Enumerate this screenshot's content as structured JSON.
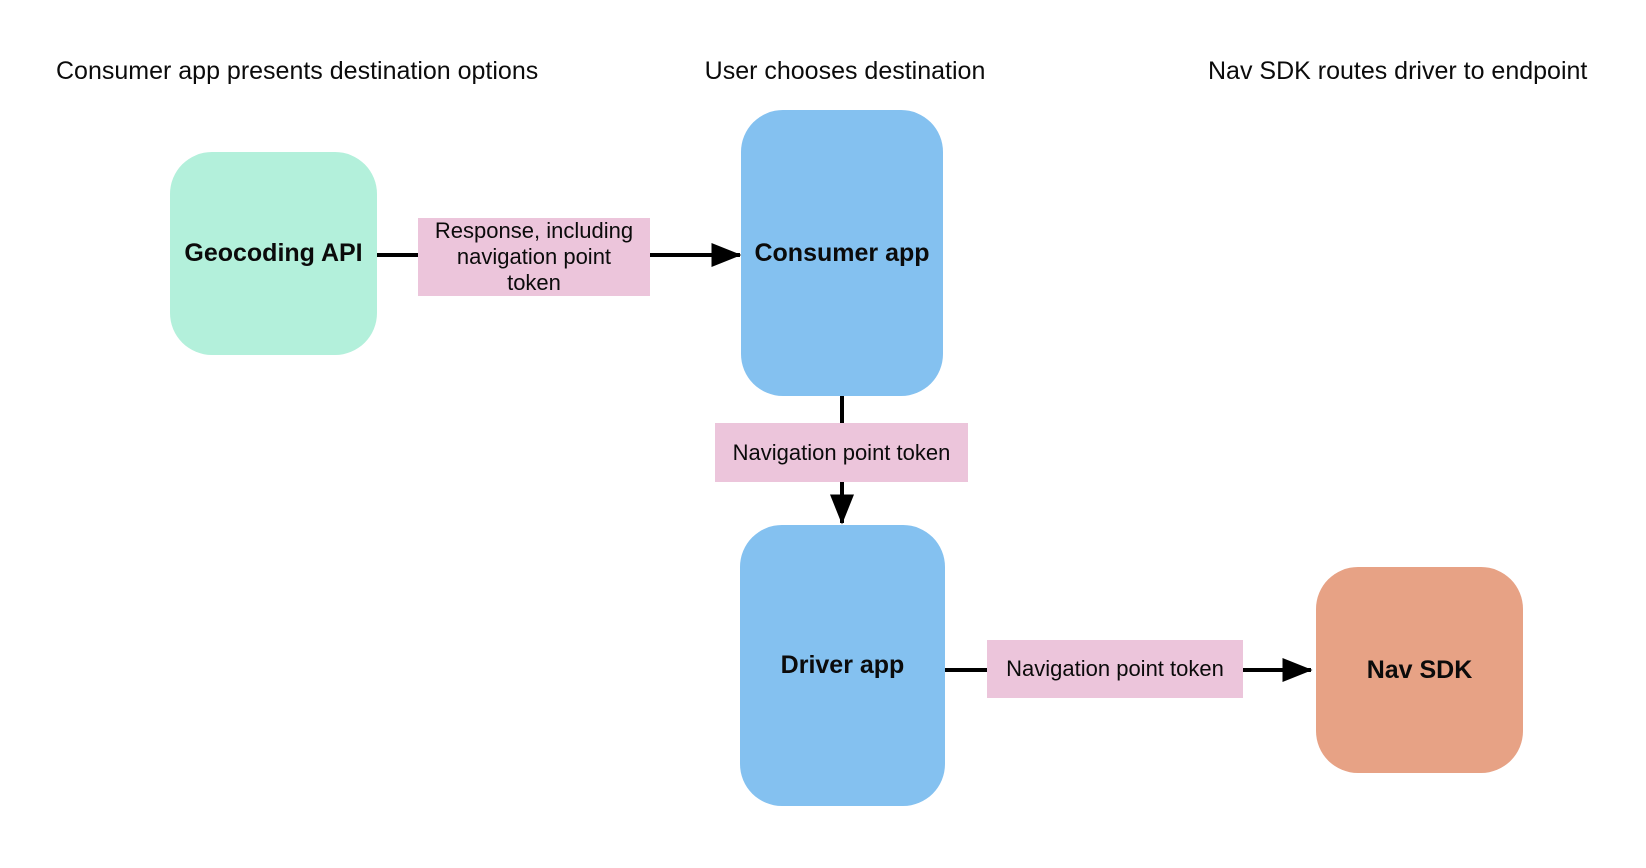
{
  "diagram": {
    "background_color": "#ffffff",
    "columns": [
      {
        "label": "Consumer app presents destination options"
      },
      {
        "label": "User chooses destination"
      },
      {
        "label": "Nav SDK routes driver to endpoint"
      }
    ],
    "nodes": [
      {
        "id": "geocoding-api",
        "label": "Geocoding API",
        "color": "#b3f0db"
      },
      {
        "id": "consumer-app",
        "label": "Consumer app",
        "color": "#84c1f0"
      },
      {
        "id": "driver-app",
        "label": "Driver app",
        "color": "#84c1f0"
      },
      {
        "id": "nav-sdk",
        "label": "Nav SDK",
        "color": "#e7a285"
      }
    ],
    "edges": [
      {
        "from": "geocoding-api",
        "to": "consumer-app",
        "label": "Response, including\nnavigation point\ntoken"
      },
      {
        "from": "consumer-app",
        "to": "driver-app",
        "label": "Navigation point token"
      },
      {
        "from": "driver-app",
        "to": "nav-sdk",
        "label": "Navigation point token"
      }
    ],
    "colors": {
      "edge_label_bg": "#ecc5db",
      "arrow": "#000000",
      "text": "#0b0b0b"
    }
  }
}
